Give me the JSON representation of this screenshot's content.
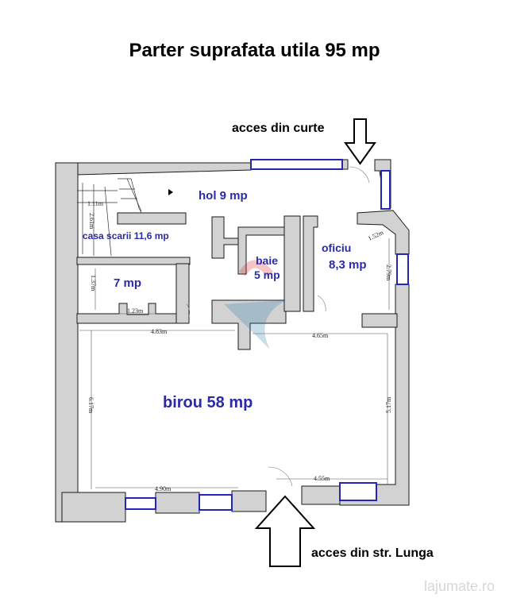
{
  "title": "Parter suprafata utila 95 mp",
  "access_labels": {
    "yard": "acces din curte",
    "street": "acces din str. Lunga"
  },
  "rooms": {
    "hol": "hol 9 mp",
    "stairs": "casa scarii 11,6 mp",
    "small": "7 mp",
    "bath_name": "baie",
    "bath_area": "5 mp",
    "office_name": "oficiu",
    "office_area": "8,3 mp",
    "birou": "birou 58 mp"
  },
  "dimensions": {
    "stairs_width": "1.11m",
    "stairs_height": "2.61m",
    "small_height": "1.37m",
    "small_width": "1.23m",
    "birou_left_top": "4.83m",
    "birou_right_top": "4.65m",
    "birou_left_height": "6.17m",
    "birou_right_height": "5.17m",
    "birou_bottom_left": "4.90m",
    "birou_bottom_right": "4.55m",
    "office_width": "1.52m",
    "office_height": "2.79m"
  },
  "watermark": "lajumate.ro",
  "colors": {
    "wall": "#d2d2d2",
    "wall_edge": "#1a1a1a",
    "window": "#2424b8",
    "room_text": "#2b2ba8"
  }
}
